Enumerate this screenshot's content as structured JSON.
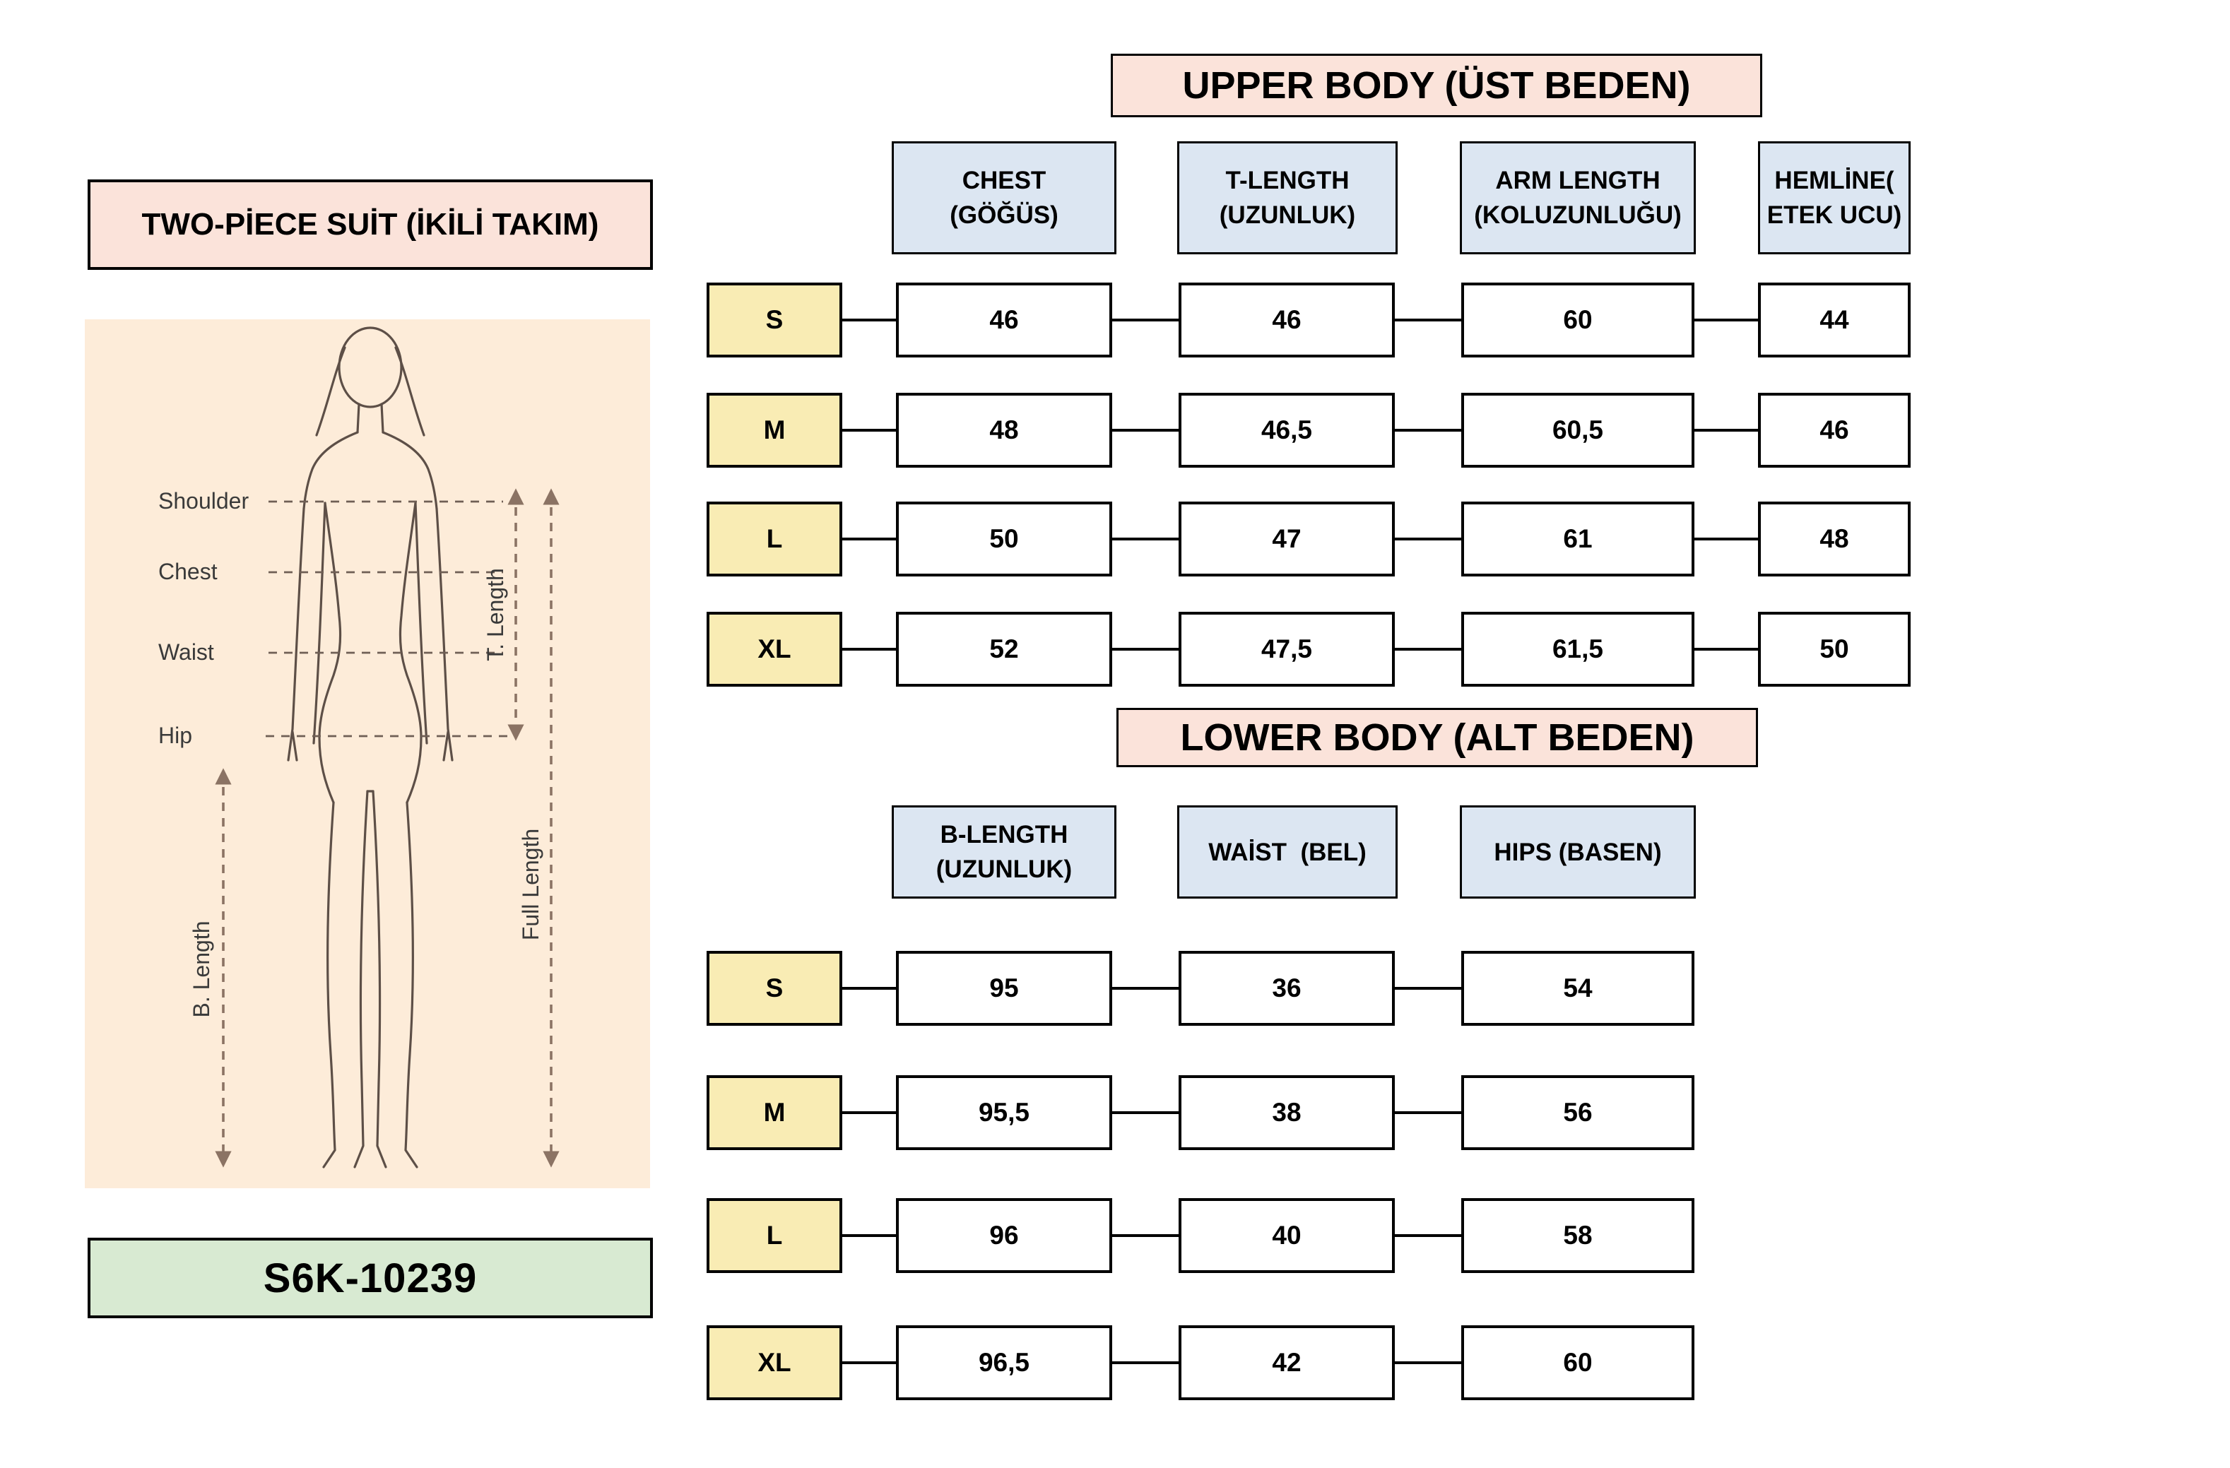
{
  "product": {
    "title": "TWO-PİECE SUİT (İKİLİ TAKIM)",
    "code": "S6K-10239"
  },
  "figure": {
    "h_labels": [
      "Shoulder",
      "Chest",
      "Waist",
      "Hip"
    ],
    "v_labels": [
      "B. Length",
      "T. Length",
      "Full Length"
    ]
  },
  "upper_table": {
    "title": "UPPER BODY (ÜST BEDEN)",
    "columns": [
      {
        "l1": "CHEST",
        "l2": "(GÖĞÜS)"
      },
      {
        "l1": "T-LENGTH",
        "l2": "(UZUNLUK)"
      },
      {
        "l1": "ARM LENGTH",
        "l2": "(KOLUZUNLUĞU)"
      },
      {
        "l1": "HEMLİNE(",
        "l2": "ETEK UCU)"
      }
    ],
    "rows": [
      {
        "size": "S",
        "values": [
          "46",
          "46",
          "60",
          "44"
        ]
      },
      {
        "size": "M",
        "values": [
          "48",
          "46,5",
          "60,5",
          "46"
        ]
      },
      {
        "size": "L",
        "values": [
          "50",
          "47",
          "61",
          "48"
        ]
      },
      {
        "size": "XL",
        "values": [
          "52",
          "47,5",
          "61,5",
          "50"
        ]
      }
    ]
  },
  "lower_table": {
    "title": "LOWER BODY (ALT BEDEN)",
    "columns": [
      {
        "l1": "B-LENGTH",
        "l2": "(UZUNLUK)"
      },
      {
        "l1": "WAİST  (BEL)",
        "l2": ""
      },
      {
        "l1": "HIPS (BASEN)",
        "l2": ""
      }
    ],
    "rows": [
      {
        "size": "S",
        "values": [
          "95",
          "36",
          "54"
        ]
      },
      {
        "size": "M",
        "values": [
          "95,5",
          "38",
          "56"
        ]
      },
      {
        "size": "L",
        "values": [
          "96",
          "40",
          "58"
        ]
      },
      {
        "size": "XL",
        "values": [
          "96,5",
          "42",
          "60"
        ]
      }
    ]
  },
  "colors": {
    "band_pink": "#fbe3da",
    "header_blue": "#dce6f2",
    "size_yellow": "#f9ecb4",
    "figure_peach": "#fdecd9",
    "code_green": "#d8ead2",
    "line_black": "#000000"
  }
}
